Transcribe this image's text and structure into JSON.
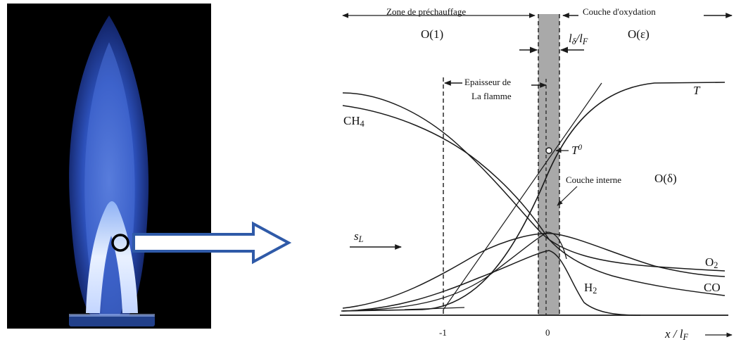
{
  "photo": {
    "description_icon": "flame-photo-icon",
    "colors": {
      "background": "#000000",
      "flame_outer": "#3a63c8",
      "flame_core": "#eaf2ff",
      "base": "#2a4b8a"
    }
  },
  "connector": {
    "icon": "hollow-arrow-right-icon",
    "color": "#2f5aa8"
  },
  "zones": {
    "preheat": {
      "label": "Zone de préchauffage",
      "order": "O(1)"
    },
    "oxidation": {
      "label": "Couche d'oxydation",
      "order": "O(ε)"
    }
  },
  "thickness_ratio": {
    "l": "l",
    "sub1": "δ",
    "slash": "/",
    "l2": "l",
    "sub2": "F"
  },
  "flame_thickness": {
    "line1": "Epaisseur de",
    "line2": "La flamme"
  },
  "curves": {
    "T": {
      "label": "T"
    },
    "CH4": {
      "label": "CH",
      "sub": "4"
    },
    "T0": {
      "label": "T",
      "sup": "0"
    },
    "inner_layer": {
      "label": "Couche interne",
      "order": "O(δ)"
    },
    "sL": {
      "label": "s",
      "sub": "L"
    },
    "O2": {
      "label": "O",
      "sub": "2"
    },
    "H2": {
      "label": "H",
      "sub": "2"
    },
    "CO": {
      "label": "CO"
    }
  },
  "axis": {
    "ticks": [
      "-1",
      "0"
    ],
    "xlabel": {
      "x": "x",
      "slash": " / ",
      "l": "l",
      "sub": "F"
    }
  },
  "colors": {
    "band": "#a9a9a9",
    "line": "#1a1a1a"
  }
}
